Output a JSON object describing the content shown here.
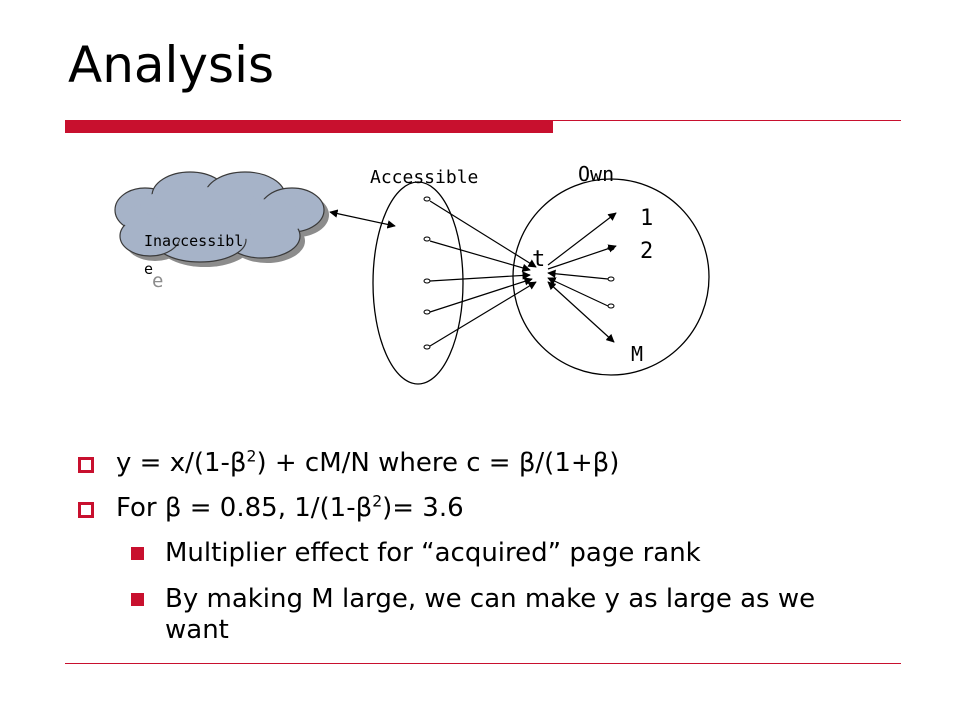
{
  "slide": {
    "title": "Analysis"
  },
  "diagram": {
    "cloud_label_line1": "Inaccessibl",
    "cloud_label_line2": "e",
    "cloud_label_echo": "e",
    "accessible_label": "Accessible",
    "own_label": "Own",
    "target_label": "t",
    "own_node_1": "1",
    "own_node_2": "2",
    "own_node_m": "M"
  },
  "bullets": {
    "formula_1": {
      "a": "y = x/(1-β",
      "b": "2",
      "c": ") + cM/N where c = β/(1+β)"
    },
    "formula_2": {
      "a": "For β = 0.85, 1/(1-β",
      "b": "2",
      "c": ")= 3.6"
    },
    "sub_1": "Multiplier effect for “acquired” page rank",
    "sub_2": "By making M large, we can make y as large as we want"
  },
  "colors": {
    "accent": "#c8102e",
    "cloud_fill": "#a6b3c8",
    "cloud_shadow": "#8c8c8c"
  }
}
